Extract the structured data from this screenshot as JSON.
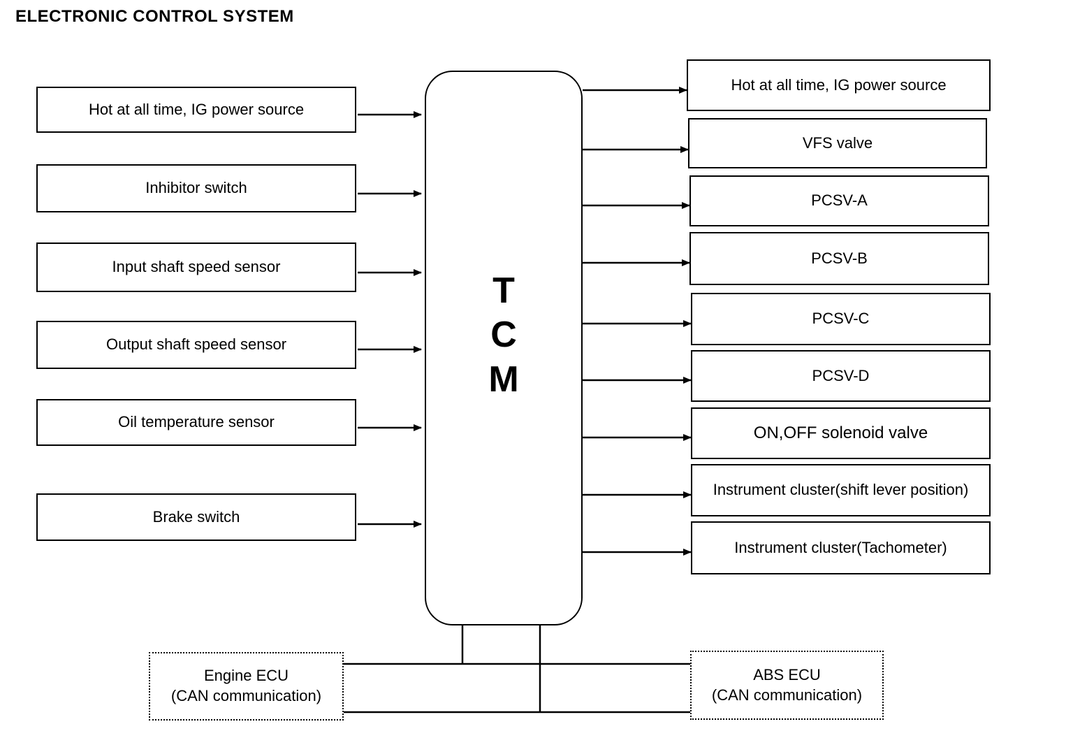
{
  "title": "ELECTRONIC CONTROL SYSTEM",
  "tcm": {
    "letters": [
      "T",
      "C",
      "M"
    ]
  },
  "inputs": [
    "Hot at all time, IG power source",
    "Inhibitor switch",
    "Input shaft speed sensor",
    "Output shaft speed sensor",
    "Oil temperature sensor",
    "Brake switch"
  ],
  "outputs": [
    "Hot at all time, IG power source",
    "VFS valve",
    "PCSV-A",
    "PCSV-B",
    "PCSV-C",
    "PCSV-D",
    "ON,OFF solenoid valve",
    "Instrument cluster(shift lever position)",
    "Instrument cluster(Tachometer)"
  ],
  "can_nodes": {
    "engine": {
      "line1": "Engine ECU",
      "line2": "(CAN communication)"
    },
    "abs": {
      "line1": "ABS ECU",
      "line2": "(CAN communication)"
    }
  }
}
